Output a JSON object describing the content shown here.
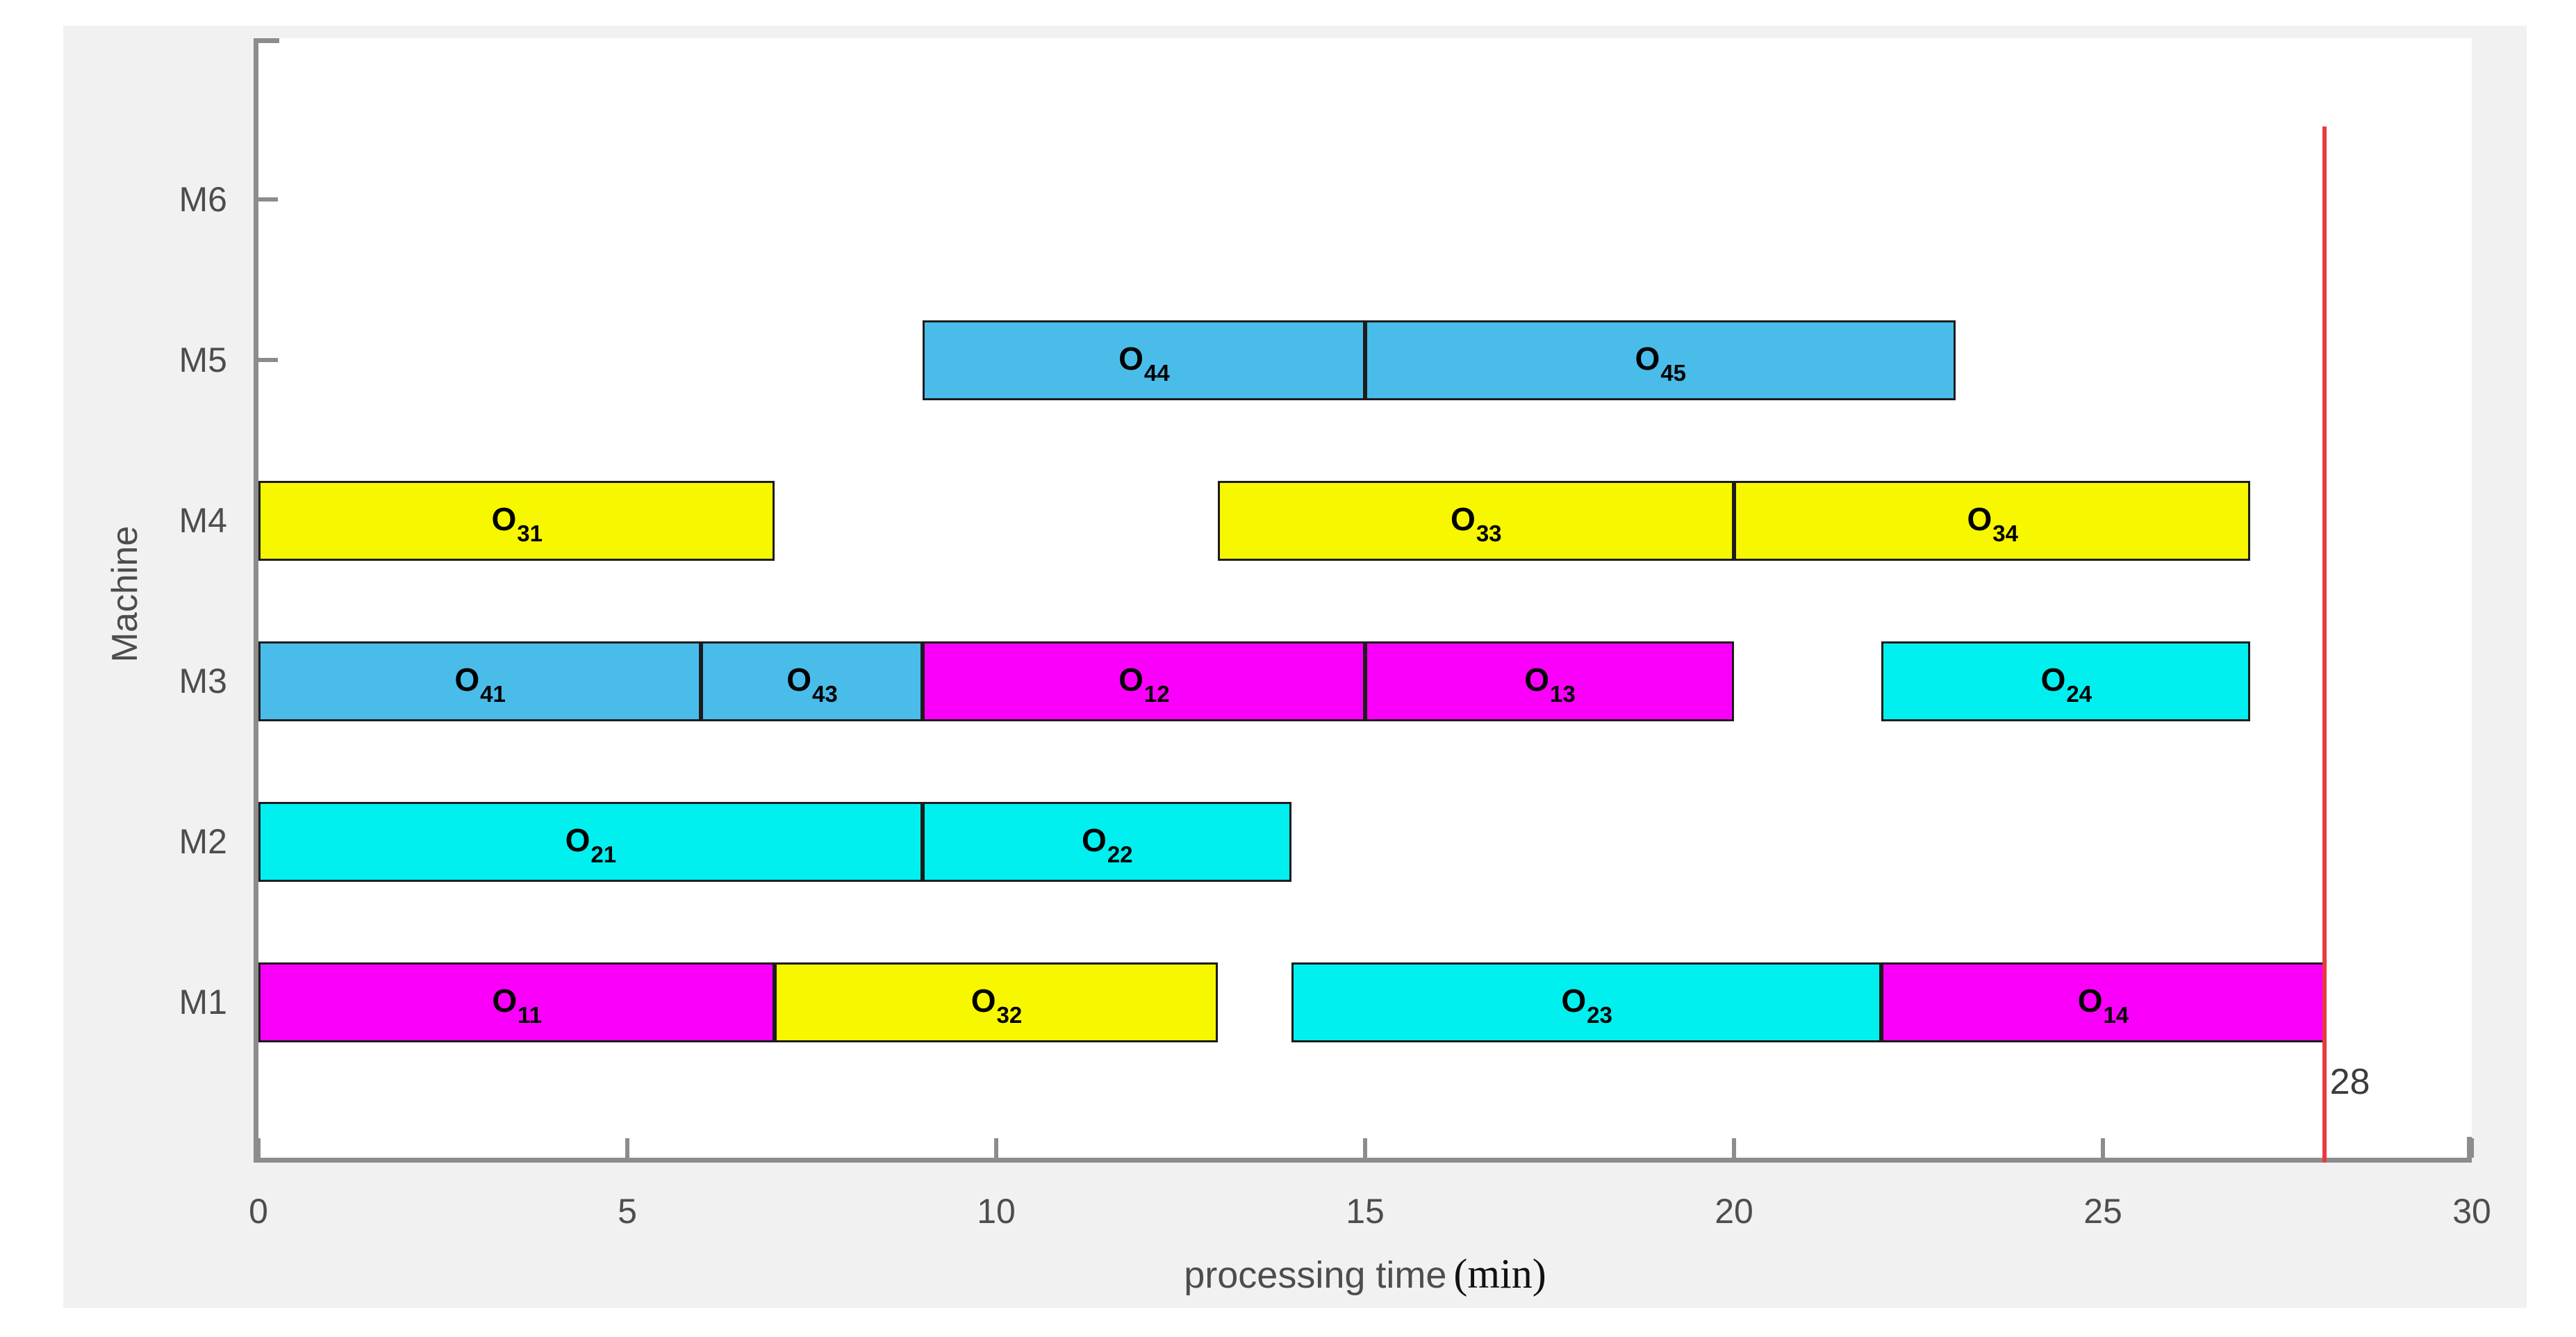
{
  "chart_data": {
    "type": "gantt",
    "title": "",
    "xlabel_main": "processing time",
    "xlabel_unit": "(min)",
    "xlabel": "processing time (min)",
    "ylabel": "Machine",
    "xlim": [
      0,
      30
    ],
    "xticks": [
      "0",
      "5",
      "10",
      "15",
      "20",
      "25",
      "30"
    ],
    "machines": [
      "M1",
      "M2",
      "M3",
      "M4",
      "M5",
      "M6"
    ],
    "makespan": 28,
    "makespan_label": "28",
    "legend": "none",
    "grid": "off",
    "colors": {
      "job1_magenta": "#FA00FA",
      "job2_cyan": "#00F0F0",
      "job3_yellow": "#F7F700",
      "job4_blue": "#4ABCEA",
      "makespan_line": "#E83B40",
      "axis": "#8C8C8C",
      "figure_bg": "#F1F1F1",
      "plot_bg": "#FFFFFF",
      "tick_text": "#4D4D4D",
      "bar_border": "#1C1C1C"
    },
    "operations": [
      {
        "machine": "M5",
        "label": "O",
        "sub": "44",
        "start": 9,
        "end": 15,
        "color_key": "job4_blue"
      },
      {
        "machine": "M5",
        "label": "O",
        "sub": "45",
        "start": 15,
        "end": 23,
        "color_key": "job4_blue"
      },
      {
        "machine": "M4",
        "label": "O",
        "sub": "31",
        "start": 0,
        "end": 7,
        "color_key": "job3_yellow"
      },
      {
        "machine": "M4",
        "label": "O",
        "sub": "33",
        "start": 13,
        "end": 20,
        "color_key": "job3_yellow"
      },
      {
        "machine": "M4",
        "label": "O",
        "sub": "34",
        "start": 20,
        "end": 27,
        "color_key": "job3_yellow"
      },
      {
        "machine": "M3",
        "label": "O",
        "sub": "41",
        "start": 0,
        "end": 6,
        "color_key": "job4_blue"
      },
      {
        "machine": "M3",
        "label": "O",
        "sub": "43",
        "start": 6,
        "end": 9,
        "color_key": "job4_blue"
      },
      {
        "machine": "M3",
        "label": "O",
        "sub": "12",
        "start": 9,
        "end": 15,
        "color_key": "job1_magenta"
      },
      {
        "machine": "M3",
        "label": "O",
        "sub": "13",
        "start": 15,
        "end": 20,
        "color_key": "job1_magenta"
      },
      {
        "machine": "M3",
        "label": "O",
        "sub": "24",
        "start": 22,
        "end": 27,
        "color_key": "job2_cyan"
      },
      {
        "machine": "M2",
        "label": "O",
        "sub": "21",
        "start": 0,
        "end": 9,
        "color_key": "job2_cyan"
      },
      {
        "machine": "M2",
        "label": "O",
        "sub": "22",
        "start": 9,
        "end": 14,
        "color_key": "job2_cyan"
      },
      {
        "machine": "M1",
        "label": "O",
        "sub": "11",
        "start": 0,
        "end": 7,
        "color_key": "job1_magenta"
      },
      {
        "machine": "M1",
        "label": "O",
        "sub": "32",
        "start": 7,
        "end": 13,
        "color_key": "job3_yellow"
      },
      {
        "machine": "M1",
        "label": "O",
        "sub": "23",
        "start": 14,
        "end": 22,
        "color_key": "job2_cyan"
      },
      {
        "machine": "M1",
        "label": "O",
        "sub": "14",
        "start": 22,
        "end": 28,
        "color_key": "job1_magenta"
      }
    ]
  }
}
